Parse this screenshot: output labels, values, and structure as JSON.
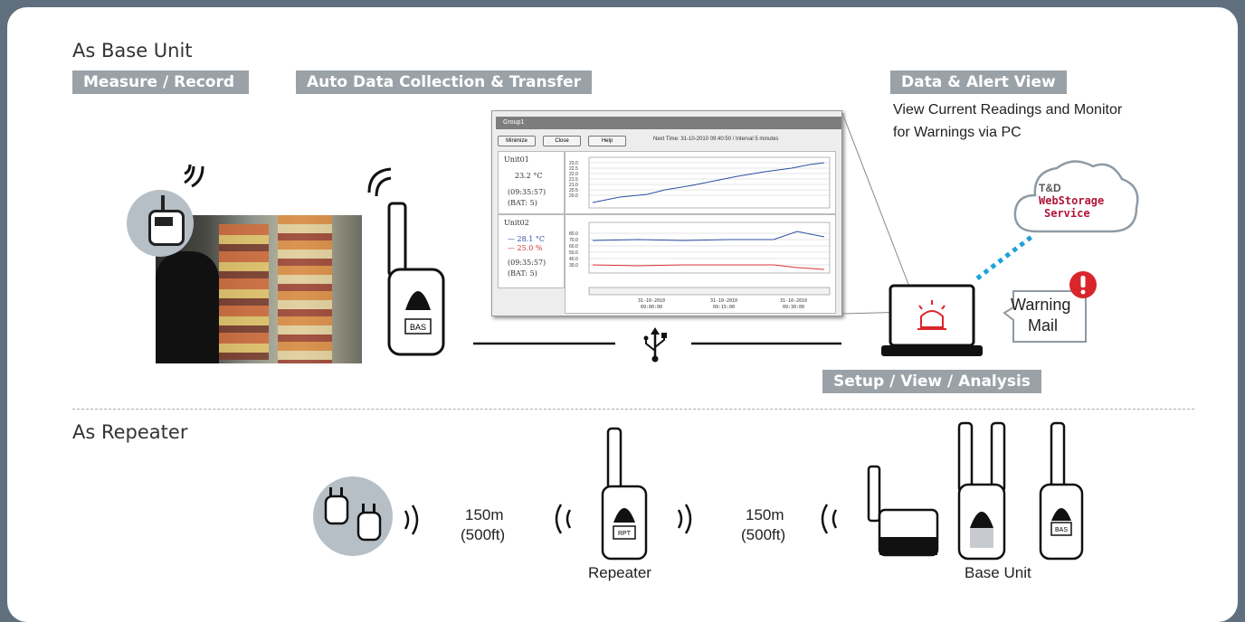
{
  "base_section": {
    "title": "As Base Unit",
    "label_measure": "Measure / Record",
    "label_auto": "Auto Data Collection & Transfer",
    "label_alert": "Data & Alert View",
    "alert_desc_1": "View Current Readings and Monitor",
    "alert_desc_2": "for Warnings via PC",
    "label_setup": "Setup / View / Analysis",
    "cloud_line1": "T&D",
    "cloud_line2": "WebStorage",
    "cloud_line3": "Service",
    "warning_line1": "Warning",
    "warning_line2": "Mail",
    "device_tag": "BAS"
  },
  "software_window": {
    "title": "Group1",
    "buttons": [
      "Minimize",
      "Close",
      "Help"
    ],
    "next_time": "Next Time: 31-10-2010 09:40:50 / Interval 5 minutes",
    "unit1": {
      "name": "Unit01",
      "temp": "23.2 °C",
      "time": "(09:35:57)",
      "bat": "(BAT: 5)"
    },
    "unit2": {
      "name": "Unit02",
      "temp": "— 28.1 °C",
      "hum": "— 25.0 %",
      "time": "(09:35:57)",
      "bat": "(BAT: 5)"
    },
    "chart1_ticks": [
      "23.0",
      "22.5",
      "22.0",
      "21.5",
      "21.0",
      "20.5",
      "20.0"
    ],
    "chart2_ticks": [
      "80.0",
      "70.0",
      "60.0",
      "50.0",
      "40.0",
      "30.0"
    ],
    "x_ticks": [
      {
        "d": "31-10-2010",
        "t": "09:00:00"
      },
      {
        "d": "31-10-2010",
        "t": "09:15:00"
      },
      {
        "d": "31-10-2010",
        "t": "09:30:00"
      }
    ]
  },
  "repeater_section": {
    "title": "As Repeater",
    "dist1_a": "150m",
    "dist1_b": "(500ft)",
    "dist2_a": "150m",
    "dist2_b": "(500ft)",
    "repeater_label": "Repeater",
    "base_label": "Base Unit",
    "rpt_tag": "RPT",
    "bas_tag": "BAS"
  },
  "colors": {
    "frame": "#5f6f7e",
    "label_bg": "#9aa2a8",
    "alert_red": "#d9262b",
    "cloud_text": "#b0153a",
    "link_dots": "#1fa3d6"
  }
}
